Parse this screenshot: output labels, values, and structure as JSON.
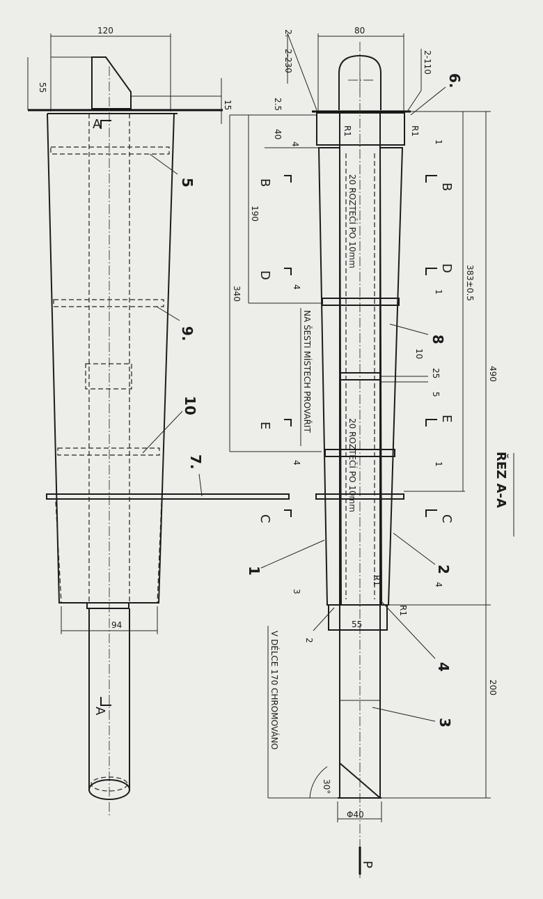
{
  "drawing": {
    "dims": {
      "w120": "120",
      "h55": "55",
      "t15": "15",
      "w94": "94",
      "w80": "80",
      "t25": "2.5",
      "t40": "40",
      "t4a": "4",
      "l190": "190",
      "l340": "340",
      "t4b": "4",
      "t4c": "4",
      "l383": "383±0.5",
      "l490": "490",
      "t10": "10",
      "t25b": "25",
      "t5": "5",
      "t3": "3",
      "t4d": "4",
      "t1a": "1",
      "t1b": "1",
      "t1c": "1",
      "w55": "55",
      "l200": "200",
      "a30": "30°",
      "d40": "Φ40",
      "r1a": "R1",
      "r1b": "R1",
      "r1c": "R1",
      "r1d": "R1"
    },
    "weld_top_left": "2.",
    "weld_left_a": "2-230",
    "weld_right_a": "2-110",
    "weld_bottom": "2",
    "callouts": {
      "c1": "1",
      "c2": "2",
      "c3": "3",
      "c4": "4",
      "c5": "5",
      "c6": "6.",
      "c7": "7.",
      "c8": "8",
      "c9": "9.",
      "c10": "10"
    },
    "sections": {
      "a_top": "A",
      "a_bottom": "A",
      "b_left": "B",
      "b_right": "B",
      "d_left": "D",
      "d_right": "D",
      "e_left": "E",
      "e_right": "E",
      "c_left": "C",
      "c_right": "C"
    },
    "notes": {
      "pitch_upper": "20 ROZTEČÍ PO 10mm",
      "pitch_lower": "20 ROZTEČÍ PO 10mm",
      "weld_note": "NA ŠESTI MÍSTECH PROVAŘIT",
      "chrome_note": "V DÉLCE 170 CHROMOVÁNO",
      "section_title": "ŘEZ A-A",
      "p_mark": "P"
    }
  }
}
